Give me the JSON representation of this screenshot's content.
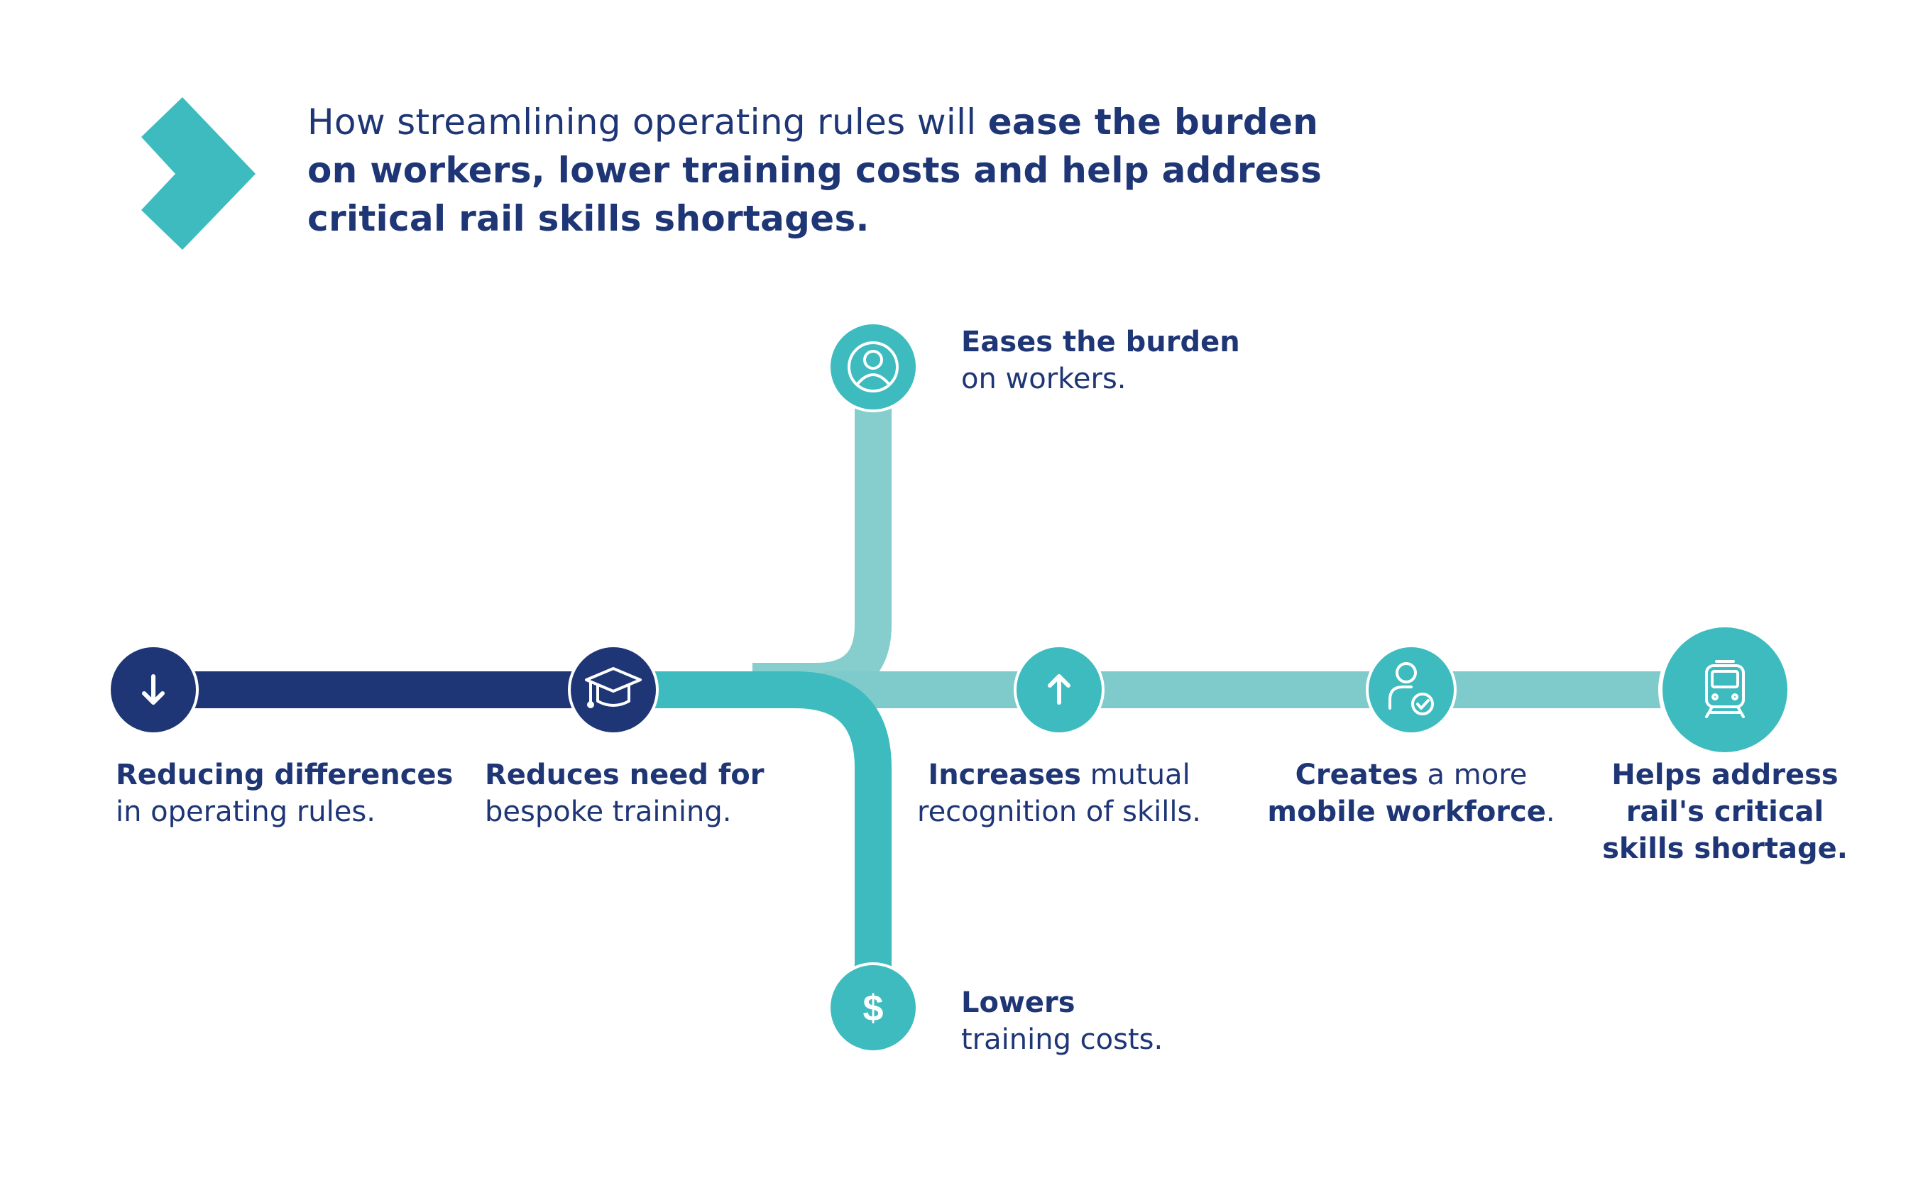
{
  "title": {
    "intro": "How streamlining operating rules will ",
    "bold_line1": "ease the burden",
    "bold_line2": "on workers, lower training costs and help address",
    "bold_line3": "critical rail skills shortages."
  },
  "colors": {
    "navy": "#1f3676",
    "teal": "#3dbbbf",
    "teal_light": "#7fcaca",
    "white": "#ffffff"
  },
  "nodes": [
    {
      "id": "reducing-differences",
      "icon": "arrow-down-icon",
      "bold": "Reducing differences",
      "rest": "in operating rules."
    },
    {
      "id": "reduces-need",
      "icon": "graduation-cap-icon",
      "bold": "Reduces need for",
      "rest": "bespoke training."
    },
    {
      "id": "eases-burden",
      "icon": "person-icon",
      "bold": "Eases the burden",
      "rest": "on workers."
    },
    {
      "id": "lowers-costs",
      "icon": "dollar-icon",
      "icon_text": "$",
      "bold": "Lowers",
      "rest": "training costs."
    },
    {
      "id": "increases-recognition",
      "icon": "arrow-up-icon",
      "bold": "Increases",
      "rest": " mutual",
      "line2": "recognition of skills."
    },
    {
      "id": "creates-workforce",
      "icon": "person-check-icon",
      "bold": "Creates",
      "rest": " a more",
      "bold2": "mobile workforce",
      "end": "."
    },
    {
      "id": "helps-address",
      "icon": "train-icon",
      "line1": "Helps address",
      "line2": "rail's critical",
      "line3": "skills shortage."
    }
  ]
}
